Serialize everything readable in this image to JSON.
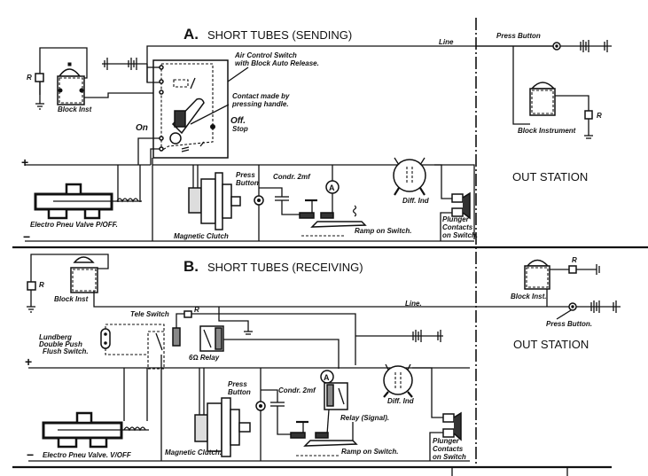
{
  "diagram": {
    "section_a": {
      "letter": "A.",
      "title": "SHORT TUBES (SENDING)",
      "labels": {
        "r": "R",
        "block_inst": "Block Inst",
        "air_control_1": "Air Control Switch",
        "air_control_2": "with Block Auto Release.",
        "contact_1": "Contact made by",
        "contact_2": "pressing handle.",
        "off": "Off.",
        "stop": "Stop",
        "on": "On",
        "line": "Line",
        "valve": "Electro Pneu Valve P/OFF.",
        "clutch": "Magnetic Clutch",
        "press_button_1": "Press",
        "press_button_2": "Button",
        "condenser": "Condr. 2mf",
        "ammeter": "A",
        "diff_ind": "Diff. Ind",
        "ramp": "Ramp on Switch.",
        "plunger_1": "Plunger",
        "plunger_2": "Contacts",
        "plunger_3": "on Switch.",
        "plus": "+",
        "minus": "−"
      },
      "out_station": {
        "title": "OUT STATION",
        "press_button": "Press Button",
        "block_instrument": "Block Instrument",
        "r": "R"
      }
    },
    "section_b": {
      "letter": "B.",
      "title": "SHORT TUBES (RECEIVING)",
      "labels": {
        "r": "R",
        "r2": "R",
        "block_inst": "Block Inst",
        "tele_switch": "Tele Switch",
        "lundberg_1": "Lundberg",
        "lundberg_2": "Double Push",
        "lundberg_3": "Flush Switch.",
        "relay": "6Ω Relay",
        "line": "Line.",
        "valve": "Electro Pneu Valve. V/OFF",
        "clutch": "Magnetic Clutch.",
        "press_button_1": "Press",
        "press_button_2": "Button",
        "condenser": "Condr. 2mf",
        "ammeter": "A",
        "relay_signal": "Relay (Signal).",
        "diff_ind": "Diff. Ind",
        "ramp": "Ramp on Switch.",
        "plunger_1": "Plunger",
        "plunger_2": "Contacts",
        "plunger_3": "on Switch",
        "plus": "+",
        "minus": "−"
      },
      "out_station": {
        "title": "OUT STATION",
        "block_inst": "Block Inst.",
        "press_button": "Press Button.",
        "r": "R"
      }
    }
  }
}
